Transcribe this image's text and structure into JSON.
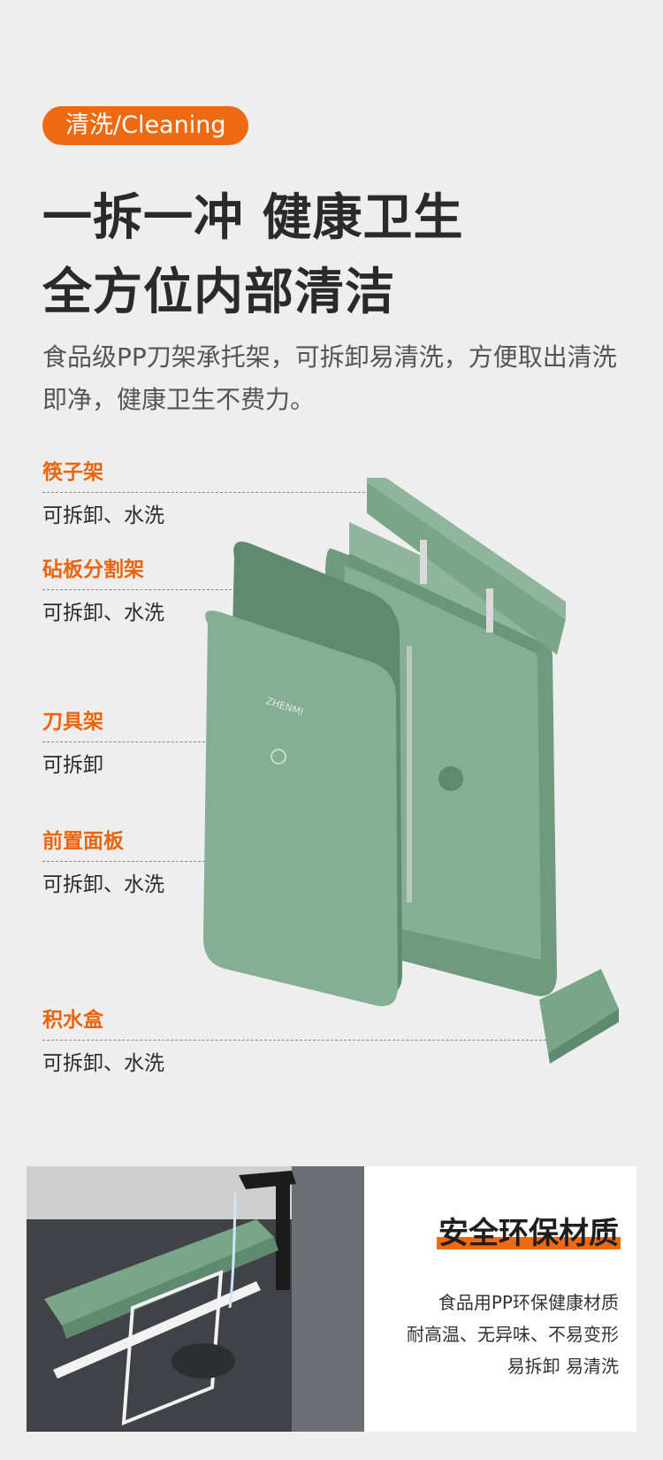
{
  "tag": "清洗/Cleaning",
  "headline": [
    "一拆一冲 健康卫生",
    "全方位内部清洁"
  ],
  "description": "食品级PP刀架承托架，可拆卸易清洗，方便取出清洗即净，健康卫生不费力。",
  "parts": [
    {
      "name": "筷子架",
      "note": "可拆卸、水洗"
    },
    {
      "name": "砧板分割架",
      "note": "可拆卸、水洗"
    },
    {
      "name": "刀具架",
      "note": "可拆卸"
    },
    {
      "name": "前置面板",
      "note": "可拆卸、水洗"
    },
    {
      "name": "积水盒",
      "note": "可拆卸、水洗"
    }
  ],
  "product_brand": "ZHENMI",
  "material": {
    "title": "安全环保材质",
    "lines": [
      "食品用PP环保健康材质",
      "耐高温、无异味、不易变形",
      "易拆卸 易清洗"
    ]
  },
  "colors": {
    "accent": "#ee6a12",
    "product_green": "#7fa88c",
    "background": "#eeeeee"
  }
}
